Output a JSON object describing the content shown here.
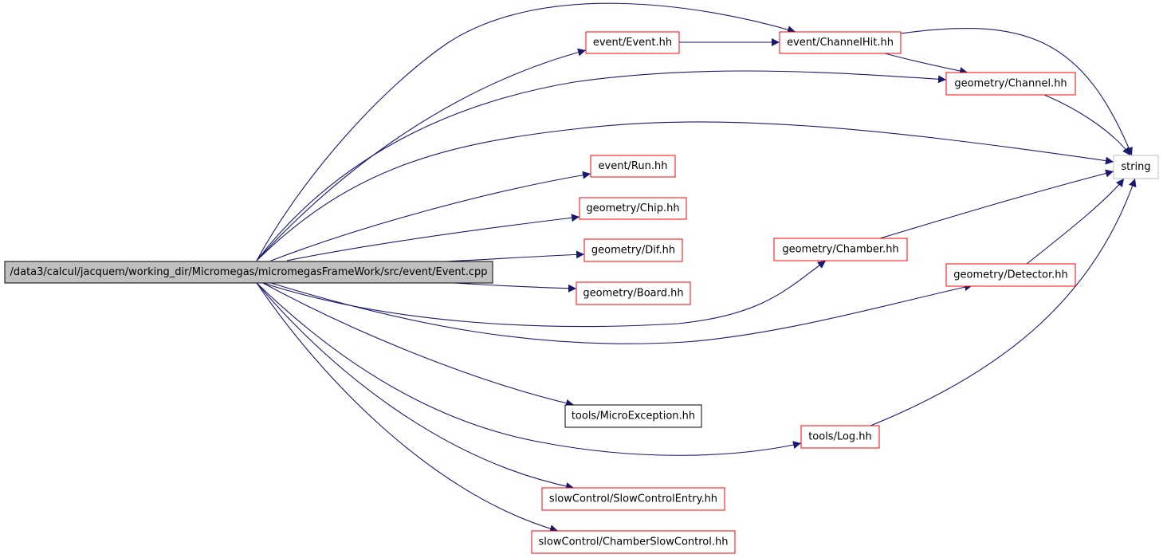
{
  "colors": {
    "edge": "#191970",
    "border_red": "#ff0000",
    "border_black": "#000000",
    "border_gray": "#bfbfbf",
    "root_fill": "#bfbfbf",
    "node_fill": "#ffffff"
  },
  "graph": {
    "root": {
      "label": "/data3/calcul/jacquem/working_dir/Micromegas/micromegasFrameWork/src/event/Event.cpp"
    },
    "nodes": [
      {
        "id": "event-hh",
        "label": "event/Event.hh",
        "border": "red"
      },
      {
        "id": "channelhit-hh",
        "label": "event/ChannelHit.hh",
        "border": "red"
      },
      {
        "id": "channel-hh",
        "label": "geometry/Channel.hh",
        "border": "red"
      },
      {
        "id": "string",
        "label": "string",
        "border": "gray"
      },
      {
        "id": "run-hh",
        "label": "event/Run.hh",
        "border": "red"
      },
      {
        "id": "chip-hh",
        "label": "geometry/Chip.hh",
        "border": "red"
      },
      {
        "id": "dif-hh",
        "label": "geometry/Dif.hh",
        "border": "red"
      },
      {
        "id": "board-hh",
        "label": "geometry/Board.hh",
        "border": "red"
      },
      {
        "id": "chamber-hh",
        "label": "geometry/Chamber.hh",
        "border": "red"
      },
      {
        "id": "detector-hh",
        "label": "geometry/Detector.hh",
        "border": "red"
      },
      {
        "id": "microexception-hh",
        "label": "tools/MicroException.hh",
        "border": "black"
      },
      {
        "id": "log-hh",
        "label": "tools/Log.hh",
        "border": "red"
      },
      {
        "id": "slowcontrolentry-hh",
        "label": "slowControl/SlowControlEntry.hh",
        "border": "red"
      },
      {
        "id": "chamberslowcontrol-hh",
        "label": "slowControl/ChamberSlowControl.hh",
        "border": "red"
      }
    ],
    "edges": [
      {
        "from": "root",
        "to": "event-hh"
      },
      {
        "from": "root",
        "to": "channelhit-hh"
      },
      {
        "from": "root",
        "to": "channel-hh"
      },
      {
        "from": "root",
        "to": "string"
      },
      {
        "from": "root",
        "to": "run-hh"
      },
      {
        "from": "root",
        "to": "chip-hh"
      },
      {
        "from": "root",
        "to": "dif-hh"
      },
      {
        "from": "root",
        "to": "board-hh"
      },
      {
        "from": "root",
        "to": "chamber-hh"
      },
      {
        "from": "root",
        "to": "detector-hh"
      },
      {
        "from": "root",
        "to": "microexception-hh"
      },
      {
        "from": "root",
        "to": "log-hh"
      },
      {
        "from": "root",
        "to": "slowcontrolentry-hh"
      },
      {
        "from": "root",
        "to": "chamberslowcontrol-hh"
      },
      {
        "from": "event-hh",
        "to": "channelhit-hh"
      },
      {
        "from": "channelhit-hh",
        "to": "channel-hh"
      },
      {
        "from": "channelhit-hh",
        "to": "string"
      },
      {
        "from": "channel-hh",
        "to": "string"
      },
      {
        "from": "chamber-hh",
        "to": "string"
      },
      {
        "from": "detector-hh",
        "to": "string"
      },
      {
        "from": "log-hh",
        "to": "string"
      }
    ]
  }
}
